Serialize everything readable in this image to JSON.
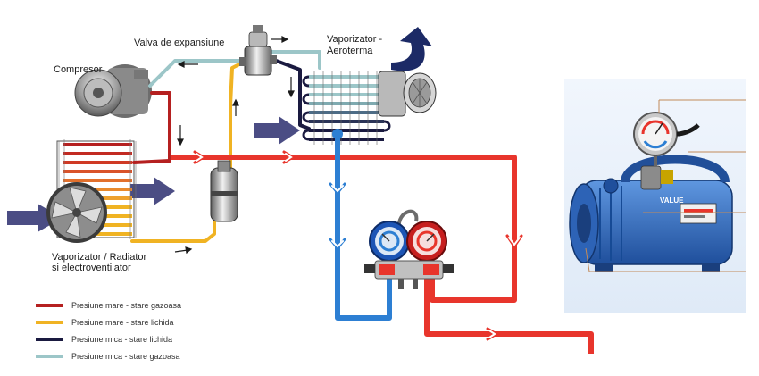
{
  "labels": {
    "expansion_valve": "Valva de expansiune",
    "evaporator_line1": "Vaporizator -",
    "evaporator_line2": "Aeroterma",
    "compressor": "Compresor",
    "condenser_line1": "Vaporizator / Radiator",
    "condenser_line2": "si electroventilator"
  },
  "legend": [
    {
      "label": "Presiune mare - stare gazoasa",
      "color": "#b52020"
    },
    {
      "label": "Presiune mare - stare lichida",
      "color": "#f0b323"
    },
    {
      "label": "Presiune mica - stare lichida",
      "color": "#1a1a40"
    },
    {
      "label": "Presiune mica - stare gazoasa",
      "color": "#9cc6c8"
    }
  ],
  "pump": {
    "brand": "VALUE"
  },
  "colors": {
    "high_gas": "#b52020",
    "high_liquid": "#f0b323",
    "low_liquid": "#1a1a40",
    "low_gas": "#9cc6c8",
    "hose_red": "#e8352c",
    "hose_blue": "#2d7fd3",
    "pump_blue": "#2e6fc9",
    "panel_bg": "#e6f0fb",
    "airflow": "#2b2e6e"
  }
}
